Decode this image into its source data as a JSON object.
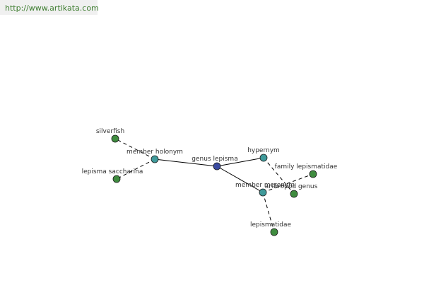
{
  "header": {
    "url": "http://www.artikata.com"
  },
  "colors": {
    "center_node": "#3a4aa0",
    "relation_node": "#3f9a9a",
    "leaf_node": "#3f8c3f",
    "edge": "#000000",
    "url_text": "#3c7c2e"
  },
  "graph": {
    "nodes": [
      {
        "id": "genus-lepisma",
        "label": "genus lepisma",
        "kind": "center"
      },
      {
        "id": "member-holonym",
        "label": "member holonym",
        "kind": "relation"
      },
      {
        "id": "hypernym",
        "label": "hypernym",
        "kind": "relation"
      },
      {
        "id": "member-meronym",
        "label": "member meronym",
        "kind": "relation"
      },
      {
        "id": "silverfish",
        "label": "silverfish",
        "kind": "leaf"
      },
      {
        "id": "lepisma-saccharina",
        "label": "lepisma saccharina",
        "kind": "leaf"
      },
      {
        "id": "family-lepismatidae",
        "label": "family lepismatidae",
        "kind": "leaf"
      },
      {
        "id": "arthropod-genus",
        "label": "arthropod genus",
        "kind": "leaf"
      },
      {
        "id": "lepismatidae",
        "label": "lepismatidae",
        "kind": "leaf"
      }
    ],
    "edges": [
      {
        "from": "genus-lepisma",
        "to": "member-holonym",
        "style": "solid"
      },
      {
        "from": "genus-lepisma",
        "to": "hypernym",
        "style": "solid"
      },
      {
        "from": "genus-lepisma",
        "to": "member-meronym",
        "style": "solid"
      },
      {
        "from": "member-holonym",
        "to": "silverfish",
        "style": "dashed"
      },
      {
        "from": "member-holonym",
        "to": "lepisma-saccharina",
        "style": "dashed"
      },
      {
        "from": "hypernym",
        "to": "arthropod-genus",
        "style": "dashed"
      },
      {
        "from": "member-meronym",
        "to": "family-lepismatidae",
        "style": "dashed"
      },
      {
        "from": "member-meronym",
        "to": "lepismatidae",
        "style": "dashed"
      }
    ]
  }
}
